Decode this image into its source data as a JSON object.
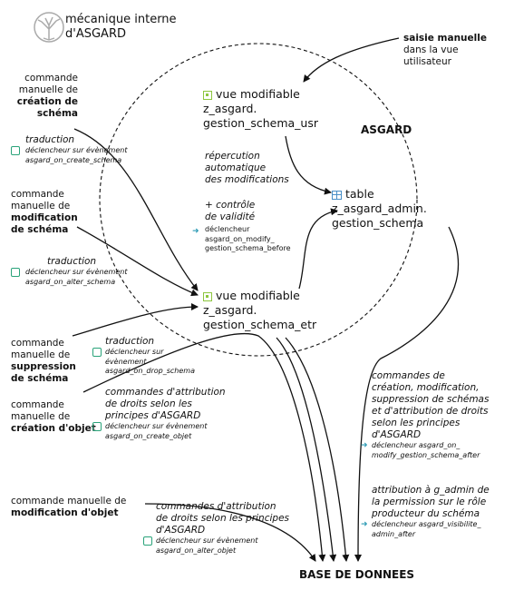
{
  "logo": {
    "line1": "mécanique interne",
    "line2": "d'ASGARD"
  },
  "asgard_label": "ASGARD",
  "base_label": "BASE DE DONNEES",
  "saisie": {
    "bold": "saisie manuelle",
    "rest1": "dans la vue",
    "rest2": "utilisateur"
  },
  "vue_usr": {
    "line1": "vue modifiable",
    "line2": "z_asgard.",
    "line3": "gestion_schema_usr"
  },
  "vue_etr": {
    "line1": "vue modifiable",
    "line2": "z_asgard.",
    "line3": "gestion_schema_etr"
  },
  "table": {
    "line1": "table",
    "line2": "z_asgard_admin.",
    "line3": "gestion_schema"
  },
  "repercussion": {
    "line1": "répercution",
    "line2": "automatique",
    "line3": "des modifications"
  },
  "controle": {
    "line1": "+ contrôle",
    "line2": "de validité",
    "trig1": "déclencheur",
    "trig2": "asgard_on_modify_",
    "trig3": "gestion_schema_before"
  },
  "cmd_creation_schema": {
    "line1": "commande",
    "line2": "manuelle de",
    "line3": "création de",
    "line4": "schéma"
  },
  "trad1": {
    "label": "traduction",
    "line1": "déclencheur sur évènement",
    "line2": "asgard_on_create_schema"
  },
  "cmd_modif_schema": {
    "line1": "commande",
    "line2": "manuelle de",
    "line3": "modification",
    "line4": "de schéma"
  },
  "trad2": {
    "label": "traduction",
    "line1": "déclencheur sur évènement",
    "line2": "asgard_on_alter_schema"
  },
  "cmd_suppr_schema": {
    "line1": "commande",
    "line2": "manuelle de",
    "line3": "suppression",
    "line4": "de schéma"
  },
  "trad3": {
    "label": "traduction",
    "line1": "déclencheur sur",
    "line2": "évènement",
    "line3": "asgard_on_drop_schema"
  },
  "cmd_creation_objet": {
    "line1": "commande",
    "line2": "manuelle de",
    "line3": "création d'objet"
  },
  "droits1": {
    "line1": "commandes d'attribution",
    "line2": "de droits selon les",
    "line3": "principes d'ASGARD",
    "trig1": "déclencheur sur évènement",
    "trig2": "asgard_on_create_objet"
  },
  "cmd_modif_objet": {
    "line1": "commande manuelle de",
    "line2": "modification d'objet"
  },
  "droits2": {
    "line1": "commandes d'attribution",
    "line2": "de droits selon les principes",
    "line3": "d'ASGARD",
    "trig1": "déclencheur sur évènement",
    "trig2": "asgard_on_alter_objet"
  },
  "right_cmds": {
    "line1": "commandes de",
    "line2": "création, modification,",
    "line3": "suppression de schémas",
    "line4": "et d'attribution de droits",
    "line5": "selon les principes",
    "line6": "d'ASGARD",
    "trig1": "déclencheur asgard_on_",
    "trig2": "modify_gestion_schema_after"
  },
  "attribution": {
    "line1": "attribution à g_admin de",
    "line2": "la permission sur le rôle",
    "line3": "producteur du schéma",
    "trig1": "déclencheur asgard_visibilite_",
    "trig2": "admin_after"
  },
  "colors": {
    "green": "#8dc63f",
    "teal": "#2e9bb5",
    "blue": "#4a90c8",
    "line": "#111111"
  }
}
